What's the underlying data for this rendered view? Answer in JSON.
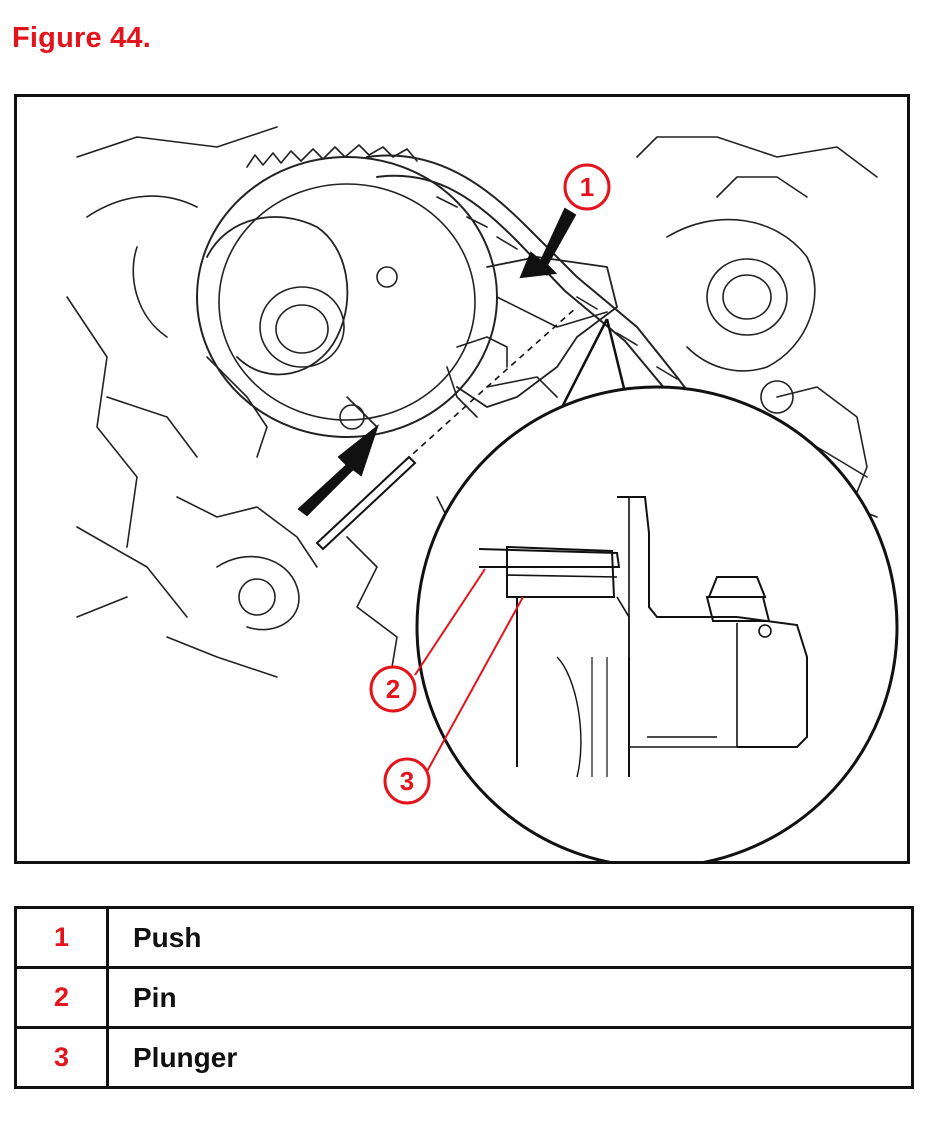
{
  "figure": {
    "title": "Figure 44.",
    "callouts": [
      "1",
      "2",
      "3"
    ]
  },
  "legend": [
    {
      "num": "1",
      "label": "Push"
    },
    {
      "num": "2",
      "label": "Pin"
    },
    {
      "num": "3",
      "label": "Plunger"
    }
  ],
  "colors": {
    "accent": "#e3141b",
    "line": "#111111"
  }
}
